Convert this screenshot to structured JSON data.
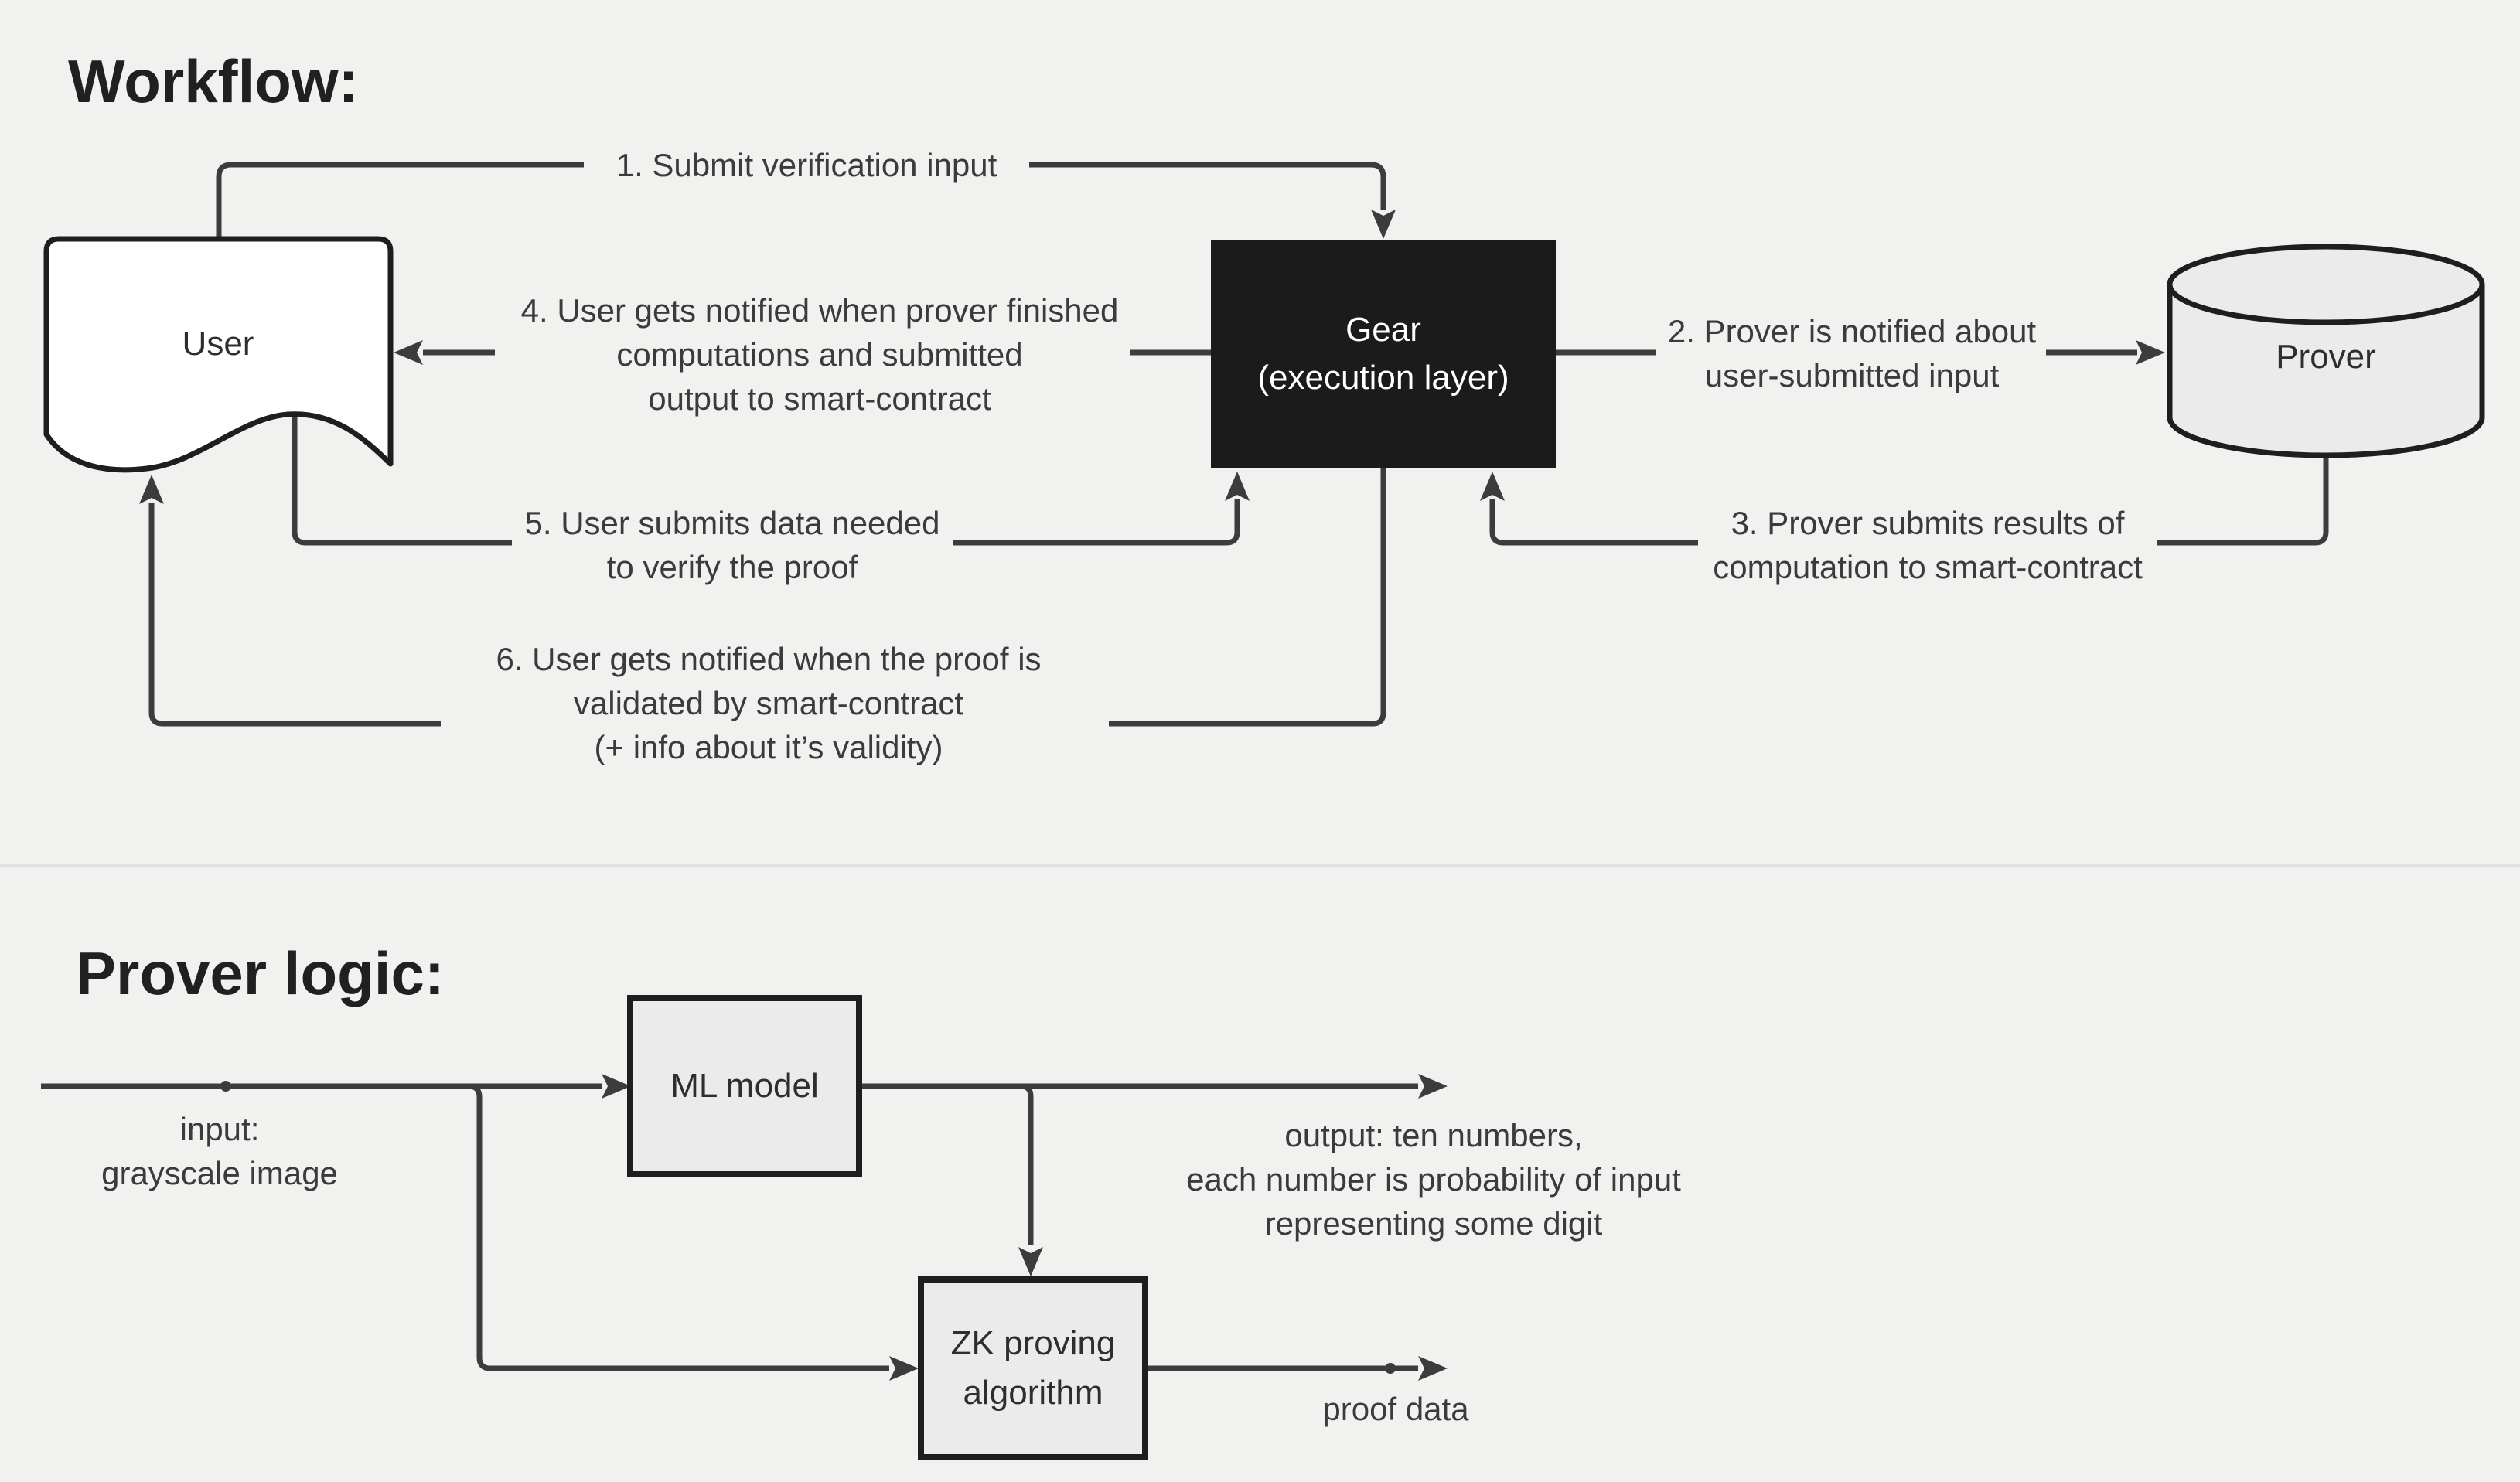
{
  "workflow": {
    "title": "Workflow:",
    "nodes": {
      "user": "User",
      "gear": "Gear\n(execution layer)",
      "prover": "Prover"
    },
    "steps": {
      "s1": "1. Submit verification input",
      "s2": "2. Prover is notified about\nuser-submitted input",
      "s3": "3.  Prover submits results of\ncomputation to smart-contract",
      "s4": "4. User gets notified when prover finished\ncomputations and submitted\noutput to smart-contract",
      "s5": "5. User submits data needed\nto verify the proof",
      "s6": "6. User gets notified when the proof is\nvalidated by smart-contract\n(+ info about it’s validity)"
    }
  },
  "prover_logic": {
    "title": "Prover logic:",
    "nodes": {
      "ml_model": "ML model",
      "zk": "ZK proving\nalgorithm"
    },
    "labels": {
      "input": "input:\ngrayscale image",
      "output": "output: ten numbers,\neach number is probability of input\nrepresenting some digit",
      "proof": "proof data"
    }
  },
  "colors": {
    "background": "#f1f1f0",
    "divider": "#e2e2e2",
    "line": "#3c3c3c",
    "box_stroke": "#1e1e1e",
    "gear_fill": "#1b1b1b",
    "node_fill": "#ebebeb",
    "user_fill": "#ffffff",
    "label_text": "#3b3b3b",
    "gear_text": "#ffffff"
  }
}
